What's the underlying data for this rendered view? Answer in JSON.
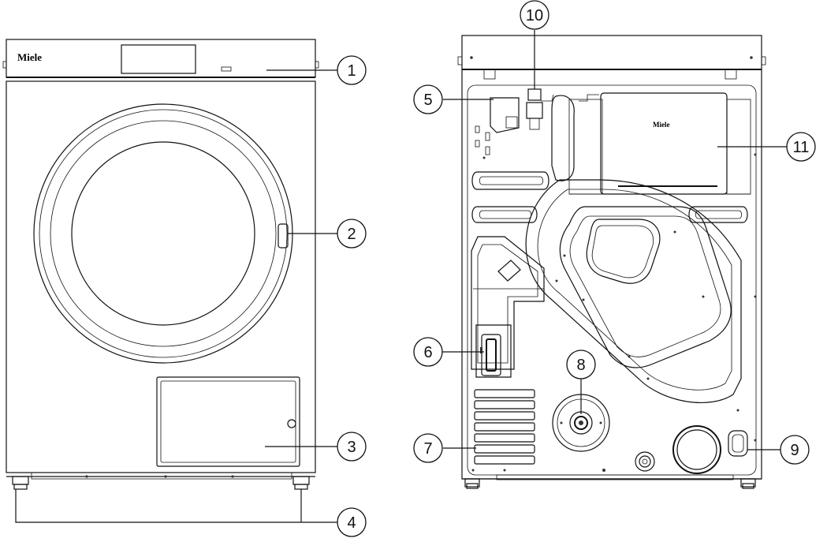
{
  "brand": {
    "front_logo": "Miele",
    "back_logo": "Miele"
  },
  "callouts": [
    {
      "id": "1",
      "label": "1"
    },
    {
      "id": "2",
      "label": "2"
    },
    {
      "id": "3",
      "label": "3"
    },
    {
      "id": "4",
      "label": "4"
    },
    {
      "id": "5",
      "label": "5"
    },
    {
      "id": "6",
      "label": "6"
    },
    {
      "id": "7",
      "label": "7"
    },
    {
      "id": "8",
      "label": "8"
    },
    {
      "id": "9",
      "label": "9"
    },
    {
      "id": "10",
      "label": "10"
    },
    {
      "id": "11",
      "label": "11"
    }
  ],
  "colors": {
    "line": "#111111",
    "background": "#ffffff"
  }
}
